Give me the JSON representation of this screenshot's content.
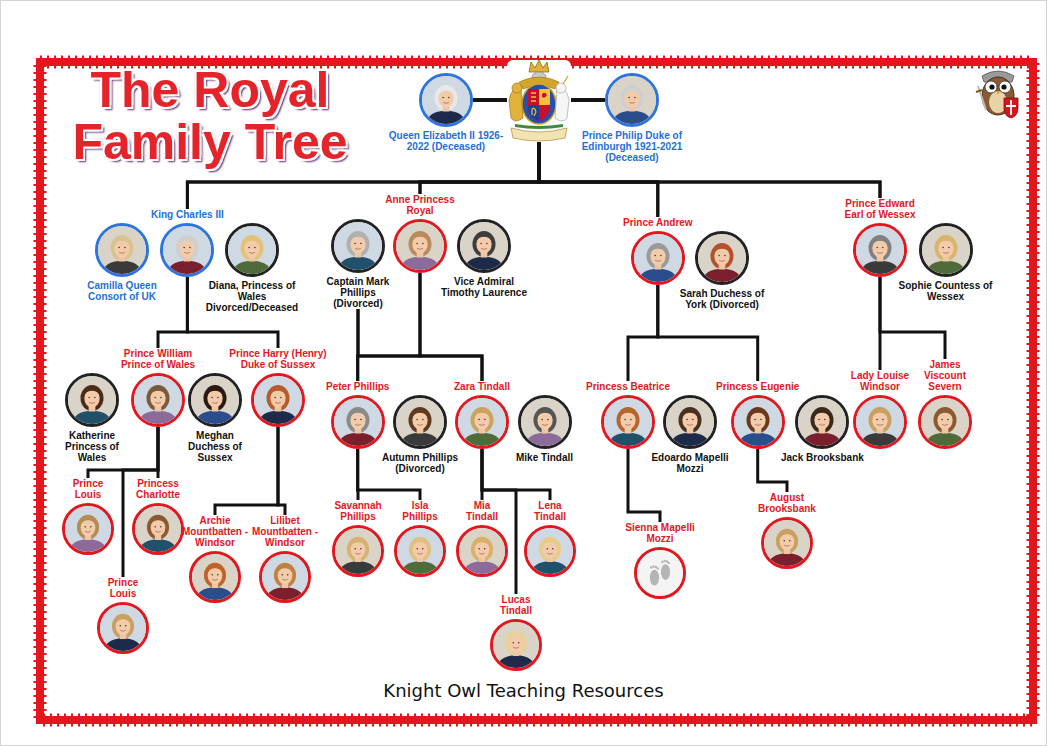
{
  "diagram": {
    "title": "The Royal Family Tree",
    "caption": "Knight Owl Teaching Resources",
    "nodes": [
      {
        "text": [
          "Queen Elizabeth II 1926-2022 (Deceased)"
        ]
      },
      {
        "text": [
          "Prince Philip Duke of Edinburgh 1921-2021 (Deceased)"
        ]
      },
      {
        "text": [
          "King Charles III"
        ]
      },
      {
        "text": [
          "Camilla Queen Consort of UK"
        ]
      },
      {
        "text": [
          "Diana, Princess of Wales Divorced/Deceased"
        ]
      },
      {
        "text": [
          "Anne Princess Royal"
        ]
      },
      {
        "text": [
          "Captain Mark Phillips (Divorced)"
        ]
      },
      {
        "text": [
          "Vice Admiral Timothy Laurence"
        ]
      },
      {
        "text": [
          "Prince Andrew"
        ]
      },
      {
        "text": [
          "Sarah Duchess of York (Divorced)"
        ]
      },
      {
        "text": [
          "Prince Edward Earl of Wessex"
        ]
      },
      {
        "text": [
          "Sophie Countess of Wessex"
        ]
      },
      {
        "text": [
          "Prince William Prince of Wales"
        ]
      },
      {
        "text": [
          "Katherine Princess of Wales"
        ]
      },
      {
        "text": [
          "Prince Harry (Henry) Duke of Sussex"
        ]
      },
      {
        "text": [
          "Meghan Duchess of Sussex"
        ]
      },
      {
        "text": [
          "Peter Phillips"
        ]
      },
      {
        "text": [
          "Autumn Phillips (Divorced)"
        ]
      },
      {
        "text": [
          "Zara Tindall"
        ]
      },
      {
        "text": [
          "Mike Tindall"
        ]
      },
      {
        "text": [
          "Princess Beatrice"
        ]
      },
      {
        "text": [
          "Edoardo Mapelli Mozzi"
        ]
      },
      {
        "text": [
          "Princess Eugenie"
        ]
      },
      {
        "text": [
          "Jack Brooksbank"
        ]
      },
      {
        "text": [
          "Lady Louise Windsor"
        ]
      },
      {
        "text": [
          "James Viscount Severn"
        ]
      },
      {
        "text": [
          "Prince Louis"
        ]
      },
      {
        "text": [
          "Princess Charlotte"
        ]
      },
      {
        "text": [
          "Prince Louis"
        ]
      },
      {
        "text": [
          "Archie Mountbatten -Windsor"
        ]
      },
      {
        "text": [
          "Lilibet Mountbatten -Windsor"
        ]
      },
      {
        "text": [
          "Savannah Phillips"
        ]
      },
      {
        "text": [
          "Isla Phillips"
        ]
      },
      {
        "text": [
          "Mia Tindall"
        ]
      },
      {
        "text": [
          "Lena Tindall"
        ]
      },
      {
        "text": [
          "Lucas Tindall"
        ]
      },
      {
        "text": [
          "Sienna Mapelli Mozzi"
        ]
      },
      {
        "text": [
          "August Brooksbank"
        ]
      }
    ],
    "edges": [
      {
        "from": 0,
        "to": 1,
        "arrow": "none"
      },
      {
        "from": 0,
        "to": 2,
        "arrow": "none"
      },
      {
        "from": 0,
        "to": 5,
        "arrow": "none"
      },
      {
        "from": 0,
        "to": 8,
        "arrow": "none"
      },
      {
        "from": 0,
        "to": 10,
        "arrow": "none"
      },
      {
        "from": 1,
        "to": 2,
        "arrow": "none"
      },
      {
        "from": 1,
        "to": 5,
        "arrow": "none"
      },
      {
        "from": 1,
        "to": 8,
        "arrow": "none"
      },
      {
        "from": 1,
        "to": 10,
        "arrow": "none"
      },
      {
        "from": 2,
        "to": 12,
        "arrow": "none"
      },
      {
        "from": 2,
        "to": 14,
        "arrow": "none"
      },
      {
        "from": 5,
        "to": 16,
        "arrow": "none"
      },
      {
        "from": 5,
        "to": 18,
        "arrow": "none"
      },
      {
        "from": 6,
        "to": 16,
        "arrow": "none"
      },
      {
        "from": 6,
        "to": 18,
        "arrow": "none"
      },
      {
        "from": 8,
        "to": 20,
        "arrow": "none"
      },
      {
        "from": 8,
        "to": 22,
        "arrow": "none"
      },
      {
        "from": 10,
        "to": 24,
        "arrow": "none"
      },
      {
        "from": 10,
        "to": 25,
        "arrow": "none"
      },
      {
        "from": 12,
        "to": 26,
        "arrow": "none"
      },
      {
        "from": 12,
        "to": 27,
        "arrow": "none"
      },
      {
        "from": 12,
        "to": 28,
        "arrow": "none"
      },
      {
        "from": 14,
        "to": 29,
        "arrow": "none"
      },
      {
        "from": 14,
        "to": 30,
        "arrow": "none"
      },
      {
        "from": 16,
        "to": 31,
        "arrow": "none"
      },
      {
        "from": 16,
        "to": 32,
        "arrow": "none"
      },
      {
        "from": 18,
        "to": 33,
        "arrow": "none"
      },
      {
        "from": 18,
        "to": 34,
        "arrow": "none"
      },
      {
        "from": 18,
        "to": 35,
        "arrow": "none"
      },
      {
        "from": 20,
        "to": 36,
        "arrow": "none"
      },
      {
        "from": 22,
        "to": 37,
        "arrow": "none"
      }
    ]
  }
}
